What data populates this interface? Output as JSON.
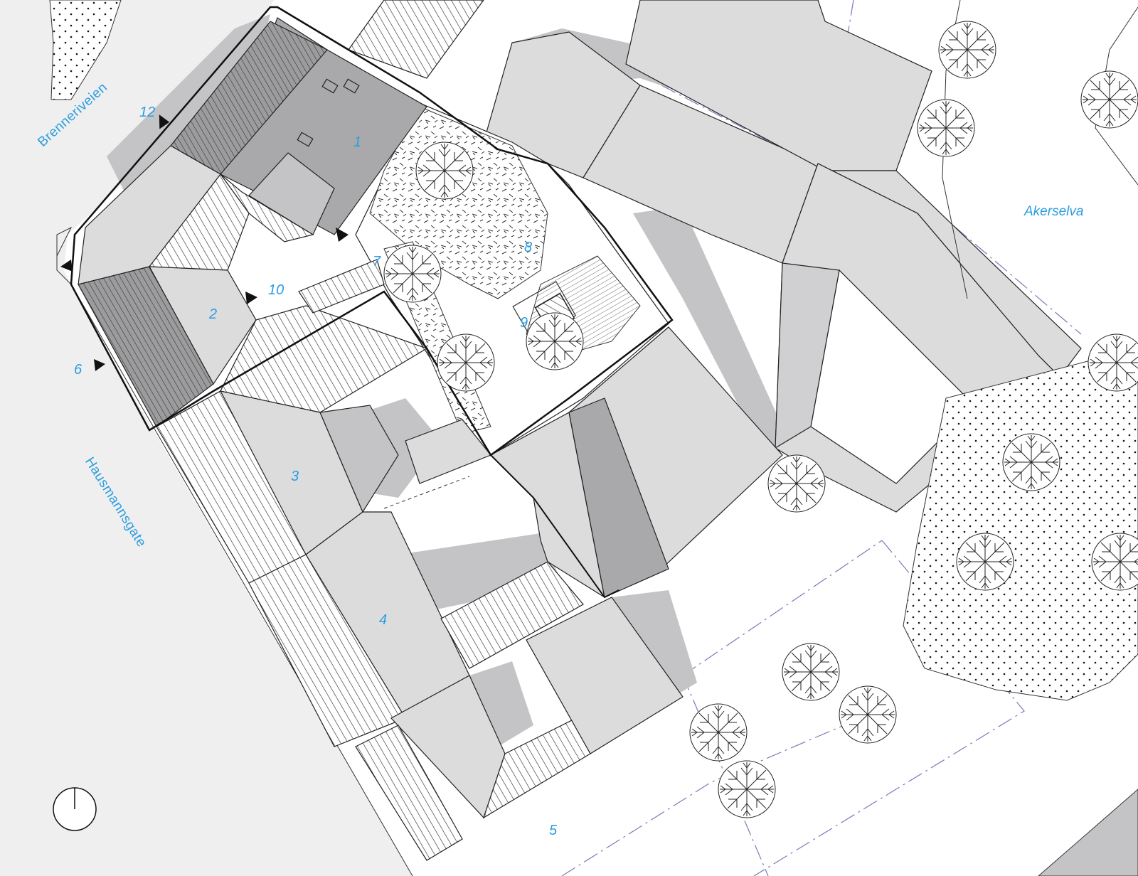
{
  "labels": {
    "streets": {
      "brenneriveien": "Brenneriveien",
      "hausmannsgate": "Hausmannsgate",
      "akerselva": "Akerselva"
    },
    "numbers": {
      "n1": "1",
      "n2": "2",
      "n3": "3",
      "n4": "4",
      "n5": "5",
      "n6": "6",
      "n7": "7",
      "n8": "8",
      "n9": "9",
      "n10": "10",
      "n12": "12"
    }
  },
  "colors": {
    "label_blue": "#2b9de0",
    "roof_light": "#dcdcdd",
    "roof_dark": "#a9a9ab",
    "shadow": "#c4c4c6",
    "street_fill": "#efefef",
    "boundary_line": "#7a7ab8"
  },
  "icons": {
    "entrance_marker": "triangle-icon",
    "north_arrow": "north-arrow-icon"
  }
}
